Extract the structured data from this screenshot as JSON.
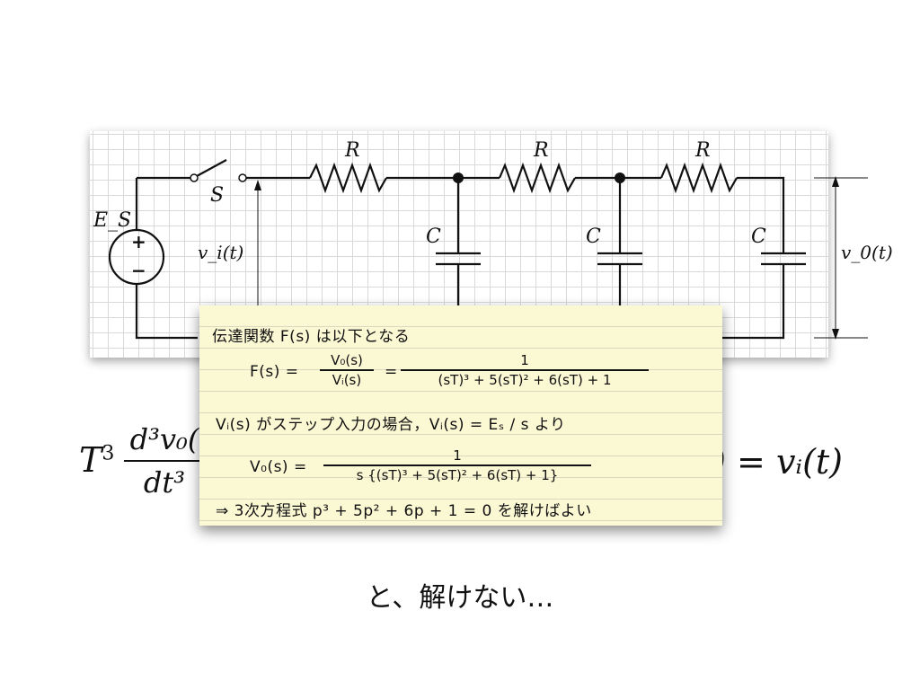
{
  "circuit": {
    "source_label": "E_S",
    "switch_label": "S",
    "resistor_label": "R",
    "capacitor_label": "C",
    "input_label": "v_i(t)",
    "output_label": "v_0(t)"
  },
  "equation": {
    "lhs_T": "T",
    "lhs_T_power": "3",
    "numerator": "d³v₀(",
    "denominator": "dt³",
    "rhs": ") = vᵢ(t)"
  },
  "note": {
    "line1": "伝達関数 F(s) は以下となる",
    "line2_lhs": "F(s) =",
    "line2_frac1_num": "V₀(s)",
    "line2_frac1_den": "Vᵢ(s)",
    "line2_eq": "=",
    "line2_frac2_num": "1",
    "line2_frac2_den": "(sT)³ + 5(sT)² + 6(sT) + 1",
    "line3": "Vᵢ(s) がステップ入力の場合，Vᵢ(s) = Eₛ / s より",
    "line4_lhs": "V₀(s) =",
    "line4_num": "1",
    "line4_den": "s {(sT)³ + 5(sT)² + 6(sT) + 1}",
    "line5": "⇒ 3次方程式 p³ + 5p² + 6p + 1 = 0 を解けばよい"
  },
  "caption": "と、解けない…"
}
